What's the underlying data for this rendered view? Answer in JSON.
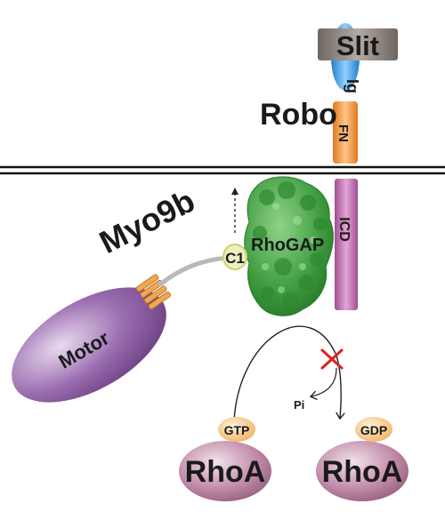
{
  "labels": {
    "slit": "Slit",
    "ig": "Ig",
    "robo": "Robo",
    "fn": "FN",
    "icd": "ICD",
    "myo9b": "Myo9b",
    "c1": "C1",
    "rhogap": "RhoGAP",
    "motor": "Motor",
    "gtp": "GTP",
    "gdp": "GDP",
    "pi": "Pi",
    "rhoa_left": "RhoA",
    "rhoa_right": "RhoA"
  },
  "colors": {
    "slit": "#8e8580",
    "ig": "#3aa0e0",
    "fn": "#f0a050",
    "icd": "#c070b0",
    "rhogap": "#3d9a3d",
    "motor": "#8b5a9e",
    "rhoa": "#b07a9a",
    "nucleotide": "#f3c27a",
    "c1": "#e8eab0",
    "inhibit_x": "#e02020"
  }
}
